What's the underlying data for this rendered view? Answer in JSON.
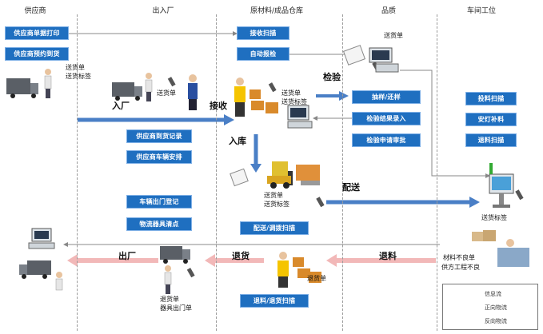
{
  "columns": [
    "供应商",
    "出入厂",
    "原材料/成品仓库",
    "品质",
    "车间工位"
  ],
  "boxes": {
    "supplier_print": "供应商单据打印",
    "supplier_reserve": "供应商预约到货",
    "receive_scan": "接收扫描",
    "auto_inspect": "自动报检",
    "sample_return": "抽样/还样",
    "inspect_entry": "检验结果录入",
    "inspect_approve": "检验申请审批",
    "feed_scan": "投料扫描",
    "andon": "安灯补料",
    "return_scan": "退料扫描",
    "arrival_record": "供应商到货记录",
    "vehicle_arrange": "供应商车辆安排",
    "vehicle_exit": "车辆出门登记",
    "logistics_clear": "物流器具清点",
    "dispatch_scan": "配送/调拨扫描",
    "return_goods_scan": "退料/退货扫描"
  },
  "labels": {
    "delivery_note_label1": "送货单",
    "delivery_note_label2": "送货标签",
    "delivery_note_short": "送货单",
    "delivery_note_quality": "送货单",
    "warehouse_note1": "送货单",
    "warehouse_note2": "送货标签",
    "stock_note1": "送货单",
    "stock_note2": "送货标签",
    "station_label": "送货标签",
    "return_note": "退货单",
    "return_note_wh": "退货单",
    "device_exit": "器具出门单",
    "defect1": "材料不良单",
    "defect2": "供方工程不良"
  },
  "flows": {
    "enter_factory": "入厂",
    "receive": "接收",
    "inspect": "检验",
    "store": "入库",
    "deliver": "配送",
    "exit_factory": "出厂",
    "return_goods": "退货",
    "return_material": "退料"
  },
  "legend": {
    "info_flow": "信息流",
    "forward_flow": "正向物流",
    "reverse_flow": "反向物流"
  },
  "colors": {
    "box": "#1f6fc0",
    "forward": "#4a7fc6",
    "reverse": "#f2b8b8",
    "info": "#888888"
  }
}
